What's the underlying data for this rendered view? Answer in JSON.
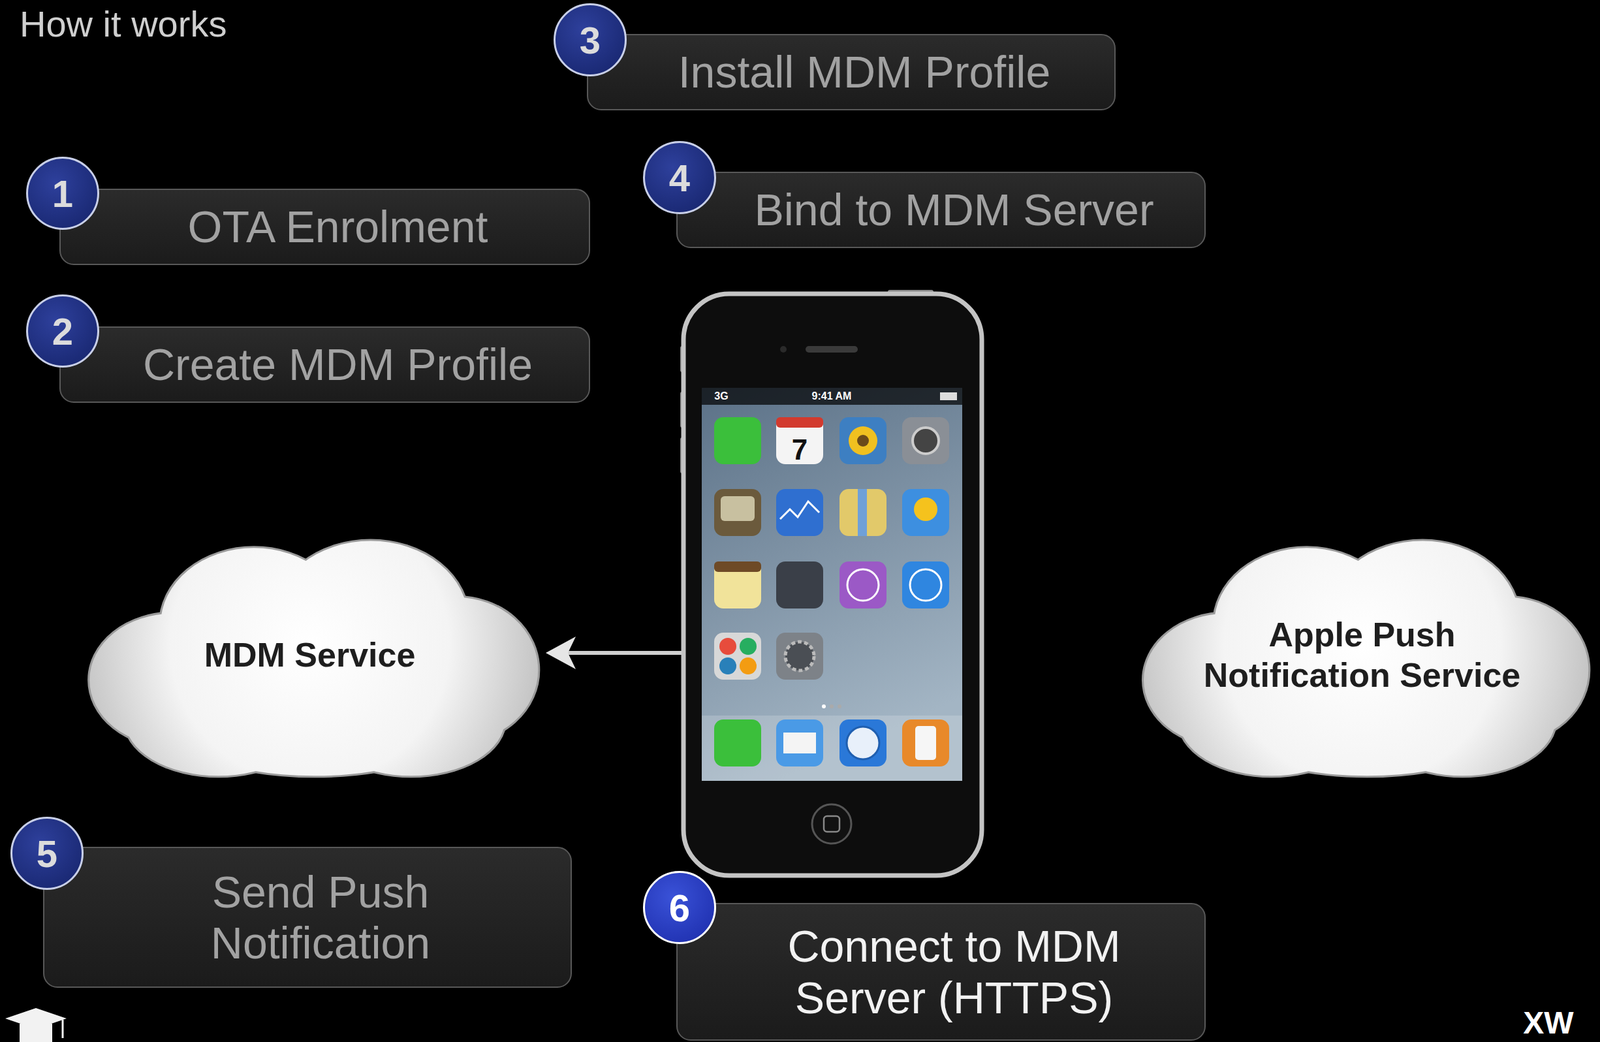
{
  "diagram": {
    "title": "How it works",
    "nodes": [
      {
        "text": [
          "1",
          "OTA Enrolment"
        ]
      },
      {
        "text": [
          "2",
          "Create MDM Profile"
        ]
      },
      {
        "text": [
          "3",
          "Install MDM Profile"
        ]
      },
      {
        "text": [
          "4",
          "Bind to MDM Server"
        ]
      },
      {
        "text": [
          "MDM Service"
        ]
      },
      {
        "text": [
          "Apple Push Notification Service"
        ]
      },
      {
        "text": [
          "5",
          "Send Push Notification"
        ]
      },
      {
        "text": [
          "6",
          "Connect to MDM Server (HTTPS)"
        ]
      }
    ],
    "labels": [
      "3G",
      "9:41 AM",
      "7",
      "XW"
    ]
  }
}
